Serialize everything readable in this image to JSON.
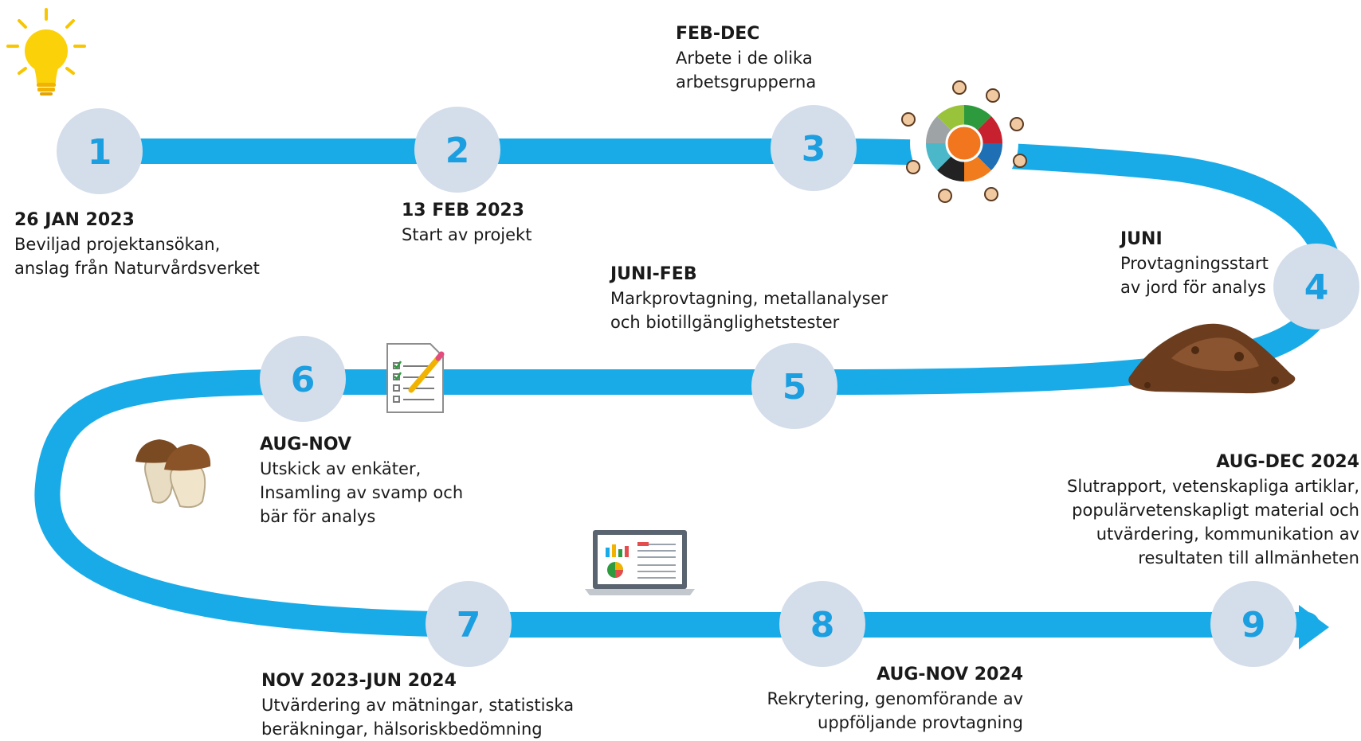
{
  "colors": {
    "path": "#19abe8",
    "node": "#d4ddea",
    "number": "#1b9fe0"
  },
  "steps": [
    {
      "number": "1"
    },
    {
      "number": "2"
    },
    {
      "number": "3"
    },
    {
      "number": "4"
    },
    {
      "number": "5"
    },
    {
      "number": "6"
    },
    {
      "number": "7"
    },
    {
      "number": "8"
    },
    {
      "number": "9"
    }
  ],
  "labels": {
    "s1": {
      "head": "26 JAN 2023",
      "body": "Beviljad projektansökan,\nanslag från Naturvårdsverket"
    },
    "s2": {
      "head": "13 FEB 2023",
      "body": "Start av projekt"
    },
    "s3": {
      "head": "FEB-DEC",
      "body": "Arbete i de olika\narbetsgrupperna"
    },
    "s4": {
      "head": "JUNI",
      "body": "Provtagningsstart\nav jord för analys"
    },
    "s5": {
      "head": "JUNI-FEB",
      "body": "Markprovtagning, metallanalyser\noch biotillgänglighetstester"
    },
    "s6": {
      "head": "AUG-NOV",
      "body": "Utskick av enkäter,\nInsamling av svamp och\nbär för analys"
    },
    "s7": {
      "head": "NOV 2023-JUN 2024",
      "body": "Utvärdering av mätningar, statistiska\nberäkningar, hälsoriskbedömning"
    },
    "s8": {
      "head": "AUG-NOV 2024",
      "body": "Rekrytering, genomförande av\nuppföljande provtagning"
    },
    "s9": {
      "head": "AUG-DEC 2024",
      "body": "Slutrapport, vetenskapliga artiklar,\npopulärvetenskapligt material och\nutvärdering, kommunikation av\nresultaten till allmänheten"
    }
  },
  "icons": [
    "lightbulb-icon",
    "team-circle-icon",
    "soil-pile-icon",
    "checklist-icon",
    "mushrooms-icon",
    "laptop-dashboard-icon"
  ]
}
